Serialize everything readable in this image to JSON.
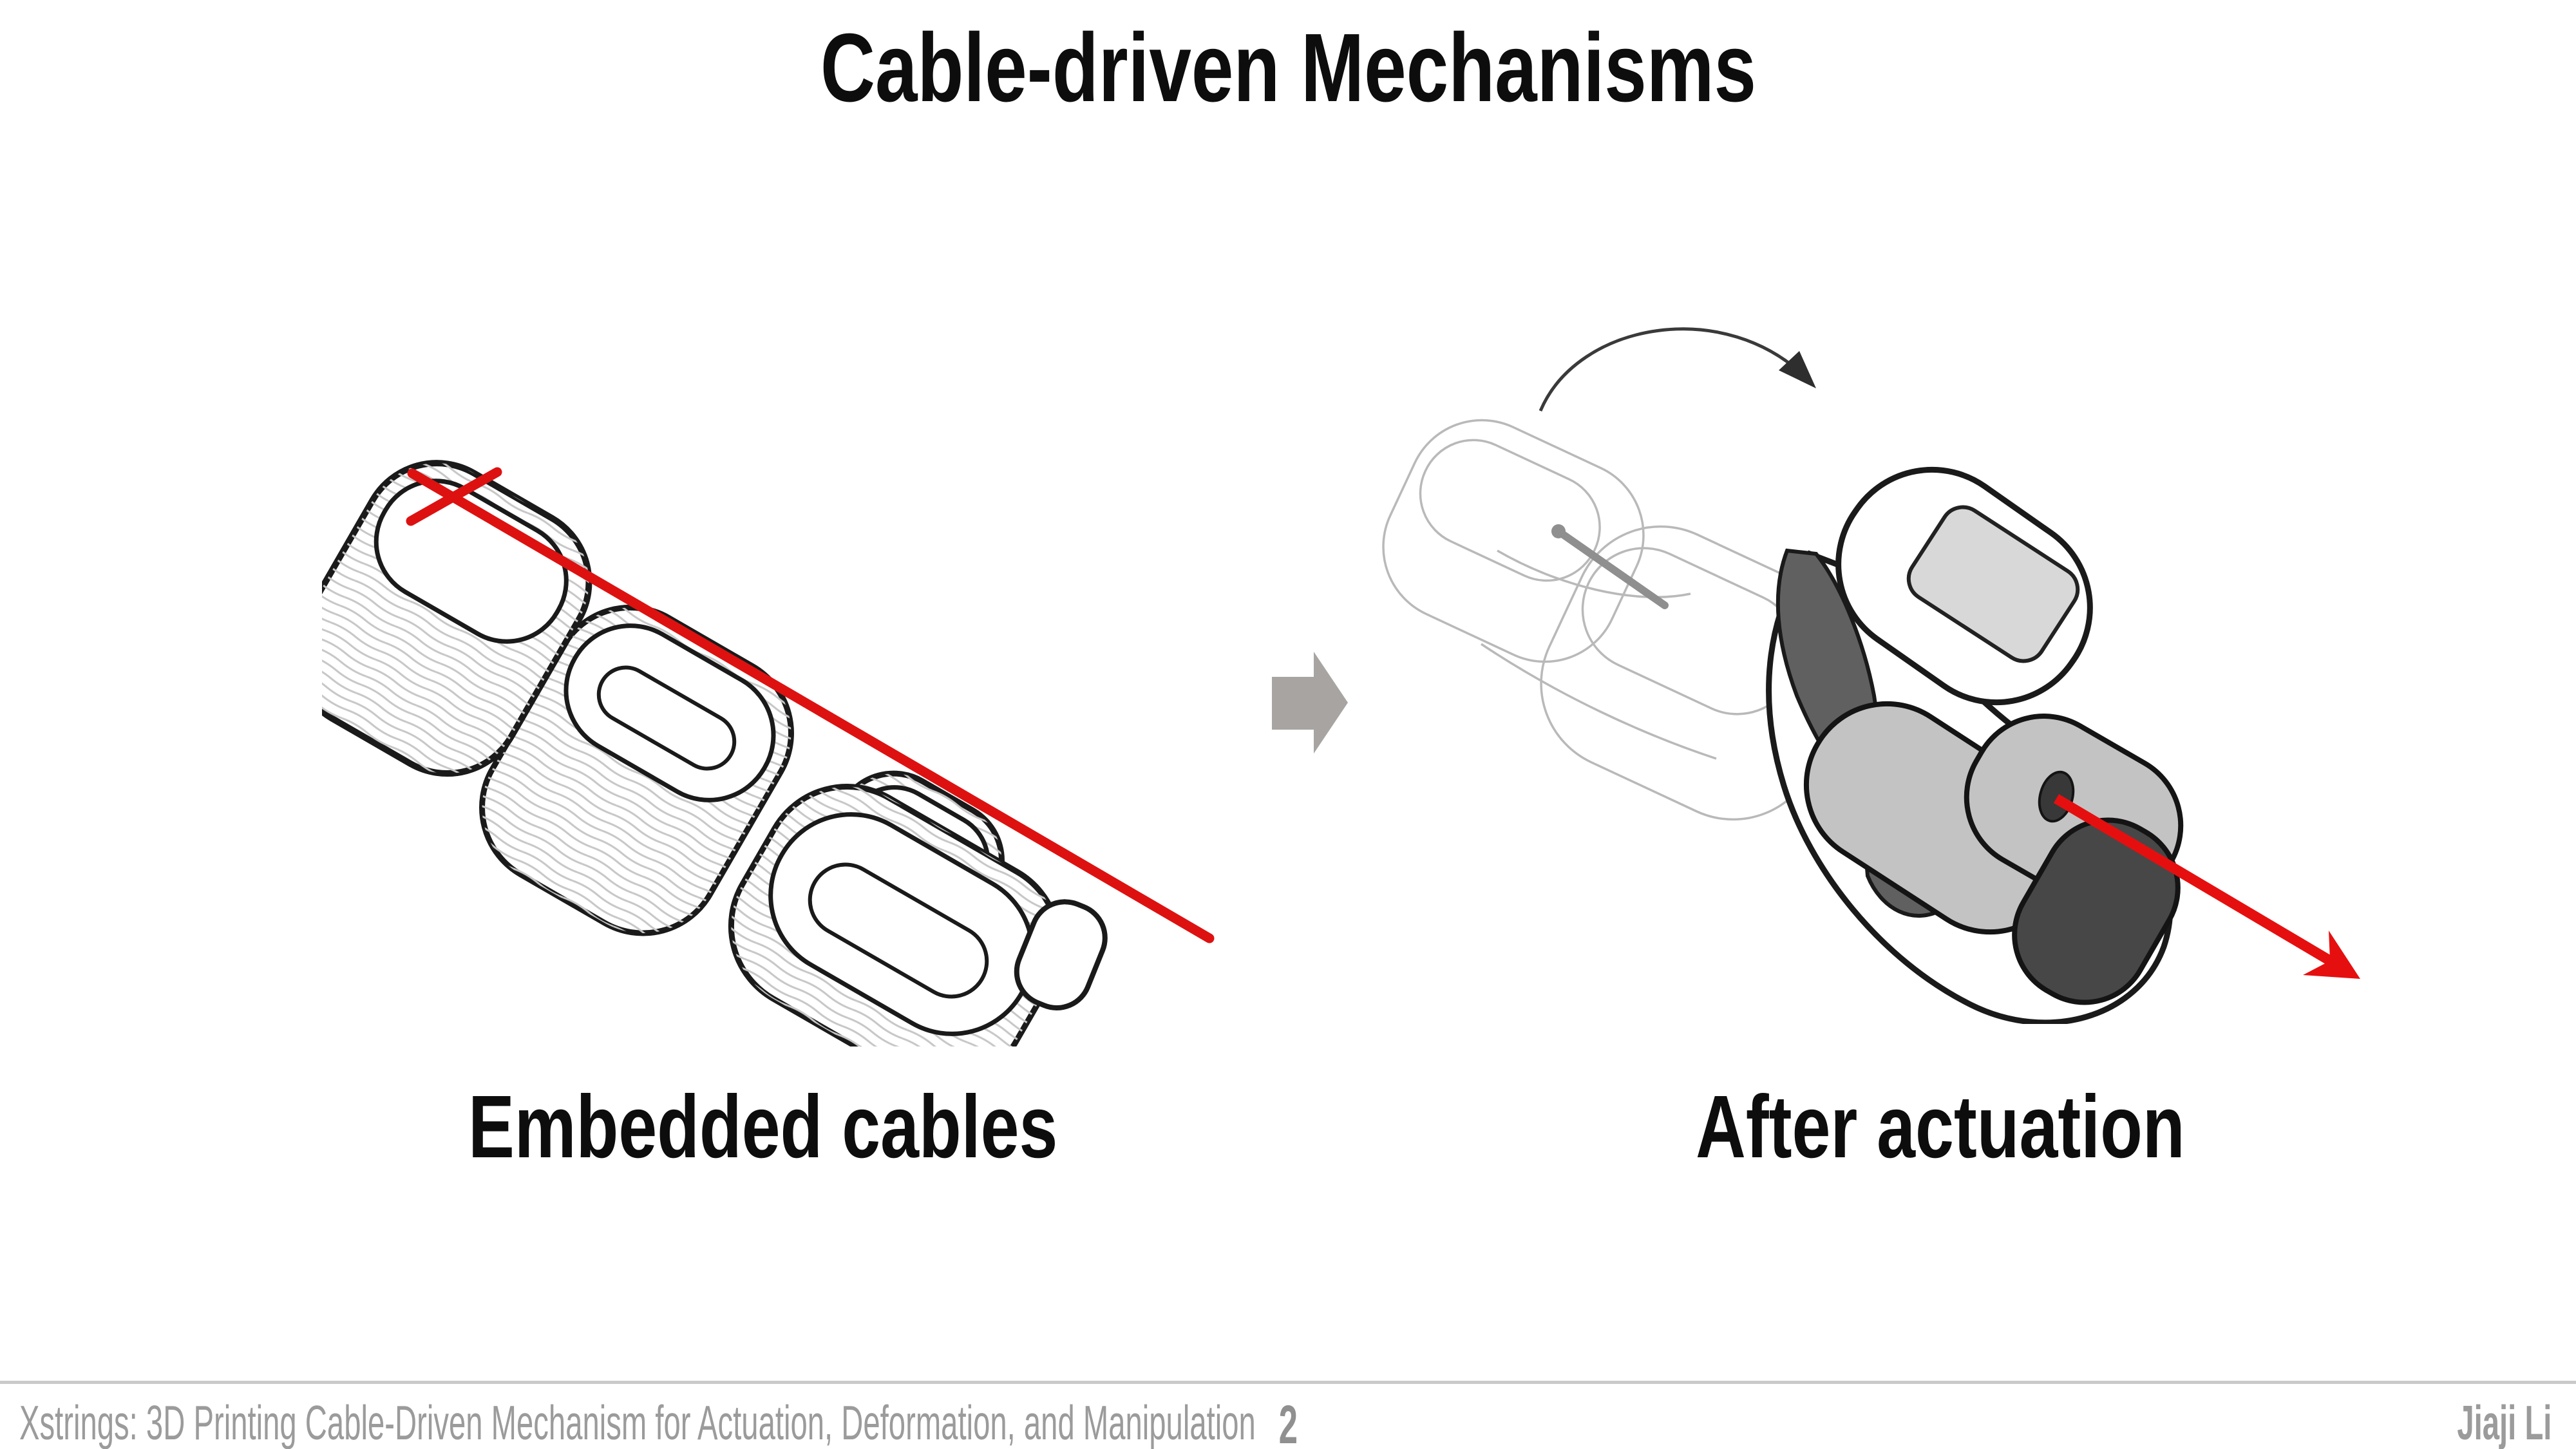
{
  "slide": {
    "title": "Cable-driven Mechanisms",
    "captions": {
      "left": "Embedded cables",
      "right": "After actuation"
    },
    "footer": {
      "paper_title": "Xstrings: 3D Printing Cable-Driven Mechanism for Actuation, Deformation, and Manipulation",
      "page_number": "2",
      "author": "Jiaji Li"
    }
  },
  "icons": {
    "transition_arrow": "right-block-arrow",
    "rotation_arrow": "curved-motion-arrow",
    "cable_anchor": "red-cross",
    "pull_arrow": "red-arrow-down-right"
  },
  "colors": {
    "cable_red": "#de1111",
    "pull_arrow_red": "#e60f0f",
    "block_arrow_gray": "#a8a4a1",
    "outline_black": "#1a1a1a",
    "layer_line_gray": "#c7c7c7",
    "ghost_gray": "#b9b9b9",
    "mid_gray_fill": "#c3c3c3",
    "dark_wedge_gray": "#606060",
    "end_cap_gray": "#474747",
    "panel_gray": "#d8d8d8",
    "footer_text_gray": "#9b9b9b",
    "divider_gray": "#cacaca"
  }
}
